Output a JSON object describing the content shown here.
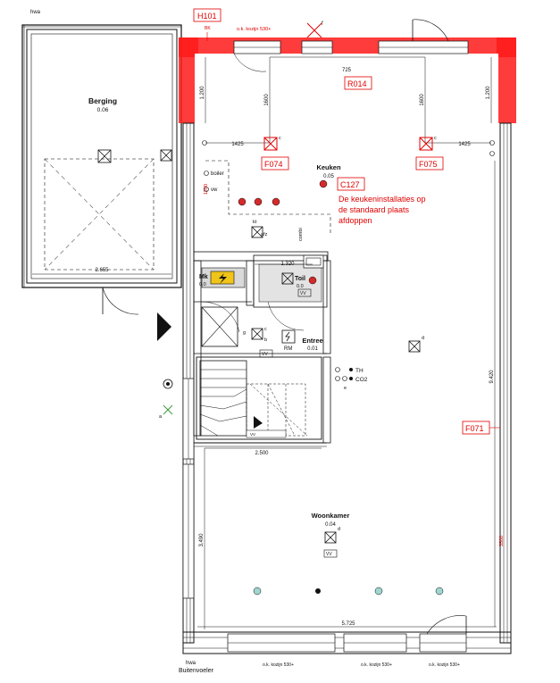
{
  "rooms": {
    "berging": {
      "name": "Berging",
      "code": "0.06"
    },
    "keuken": {
      "name": "Keuken",
      "code": "0.05"
    },
    "mk": {
      "name": "Mk",
      "code": "0.0"
    },
    "toilet": {
      "name": "Toil",
      "code": "0.0"
    },
    "entree": {
      "name": "Entree",
      "code": "0.01"
    },
    "woonkamer": {
      "name": "Woonkamer",
      "code": "0.04"
    }
  },
  "tags": {
    "h101": "H101",
    "r014": "R014",
    "f074": "F074",
    "f075": "F075",
    "c127": "C127",
    "f071": "F071"
  },
  "note_lines": [
    "De keukeninstallaties op",
    "de standaard plaats",
    "afdoppen"
  ],
  "dimensions": {
    "d1200a": "1.200",
    "d1200b": "1.200",
    "d1425a": "1425",
    "d1425b": "1425",
    "d1600a": "1600",
    "d1600b": "1600",
    "d725": "725",
    "d2655": "2.655",
    "d1320": "1.320",
    "d2500": "2.500",
    "d3490": "3.490",
    "d9420": "9.420",
    "d5725": "5.725",
    "d3500": "3500",
    "d1200c": "1200"
  },
  "labels": {
    "hwa_top": "hwa",
    "hwa_bottom": "hwa",
    "buitenvoeler": "Buitenvoeler",
    "kozijn_top": "o.k. kozijn 530+",
    "kozijn_b1": "o.k. kozijn 530+",
    "kozijn_b2": "o.k. kozijn 530+",
    "kozijn_b3": "o.k. kozijn 530+",
    "bk": "BK",
    "boiler": "boiler",
    "vw": "vw",
    "kt": "kt",
    "afz": "afz",
    "combi": "combi",
    "rm": "RM",
    "th": "TH",
    "co2": "CO2",
    "vv1": "VV",
    "vv2": "VV",
    "vv3": "VV",
    "vv4": "VV",
    "c_f074": "c",
    "c_f075": "c",
    "c_mk": "c",
    "d_ent": "d",
    "d_wk": "d",
    "g": "g",
    "f": "f",
    "e": "e",
    "b": "b",
    "a": "a"
  }
}
